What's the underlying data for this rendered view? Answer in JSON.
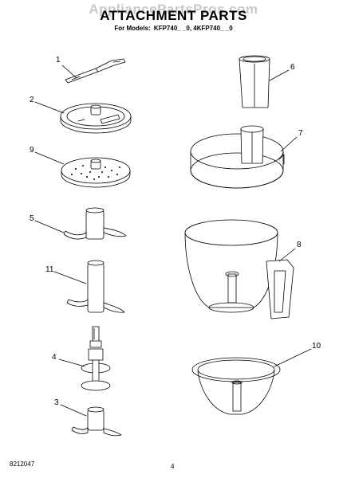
{
  "header": {
    "watermark": "AppliancePartsPros.com",
    "title": "ATTACHMENT PARTS",
    "models_label": "For Models:",
    "models": "KFP740_ _0, 4KFP740_ _0"
  },
  "callouts": {
    "c1": "1",
    "c2": "2",
    "c3": "3",
    "c4": "4",
    "c5": "5",
    "c6": "6",
    "c7": "7",
    "c8": "8",
    "c9": "9",
    "c10": "10",
    "c11": "11"
  },
  "footer": {
    "doc_number": "8212047",
    "page_number": "4"
  }
}
